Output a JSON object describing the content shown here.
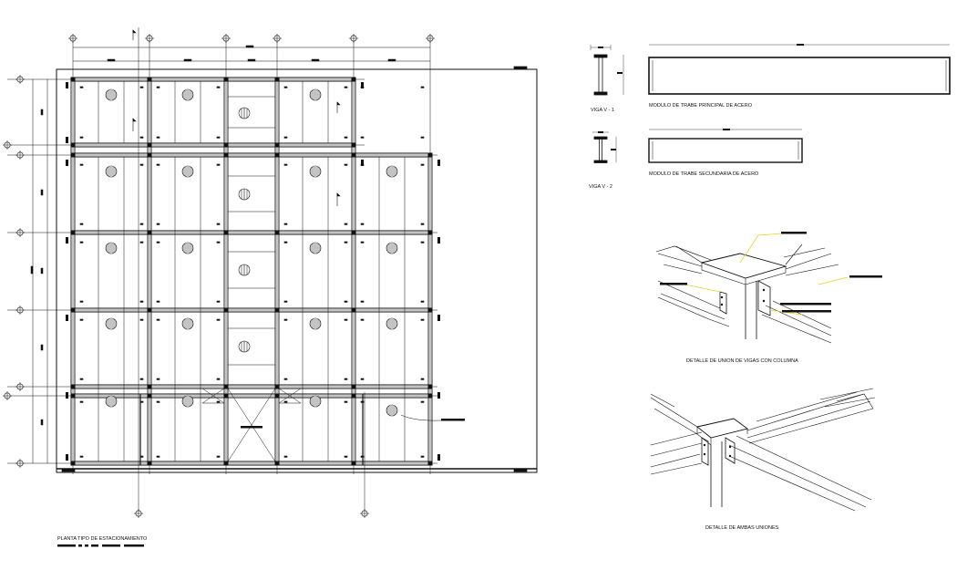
{
  "labels": {
    "beam_v1": "VIGA V - 1",
    "beam_v2": "VIGA V - 2",
    "main_beam_module": "MODULO DE TRABE PRINCIPAL DE ACERO",
    "secondary_beam_module": "MODULO DE TRABE SECUNDARIA DE ACERO",
    "detail_beam_column": "DETALLE DE UNION DE VIGAS CON COLUMNA",
    "detail_both_unions": "DETALLE DE AMBAS UNIONES",
    "plan_title": "PLANTA TIPO DE ESTACIONAMIENTO"
  },
  "colors": {
    "line": "#111111",
    "callout": "#e8d21a",
    "background": "#ffffff"
  },
  "icons": {
    "grid_bubble": "crosshair-circle-icon",
    "deck_hole": "hatched-circle-icon"
  }
}
